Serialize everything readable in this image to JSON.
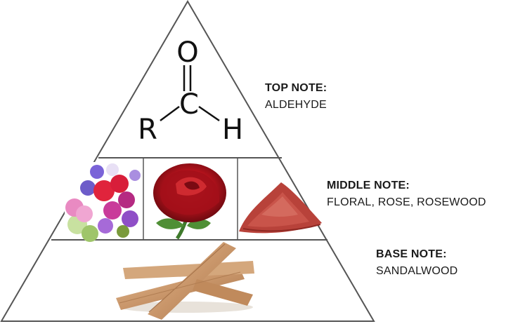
{
  "molecule": {
    "atom_top": "O",
    "atom_center": "C",
    "atom_left": "R",
    "atom_right": "H"
  },
  "notes": {
    "top": {
      "heading": "TOP NOTE:",
      "value": "ALDEHYDE"
    },
    "middle": {
      "heading": "MIDDLE NOTE:",
      "value": "FLORAL, ROSE, ROSEWOOD"
    },
    "base": {
      "heading": "BASE NOTE:",
      "value": "SANDALWOOD"
    }
  },
  "colors": {
    "outline": "#555555",
    "rose": "#b3121c",
    "rosewood": "#b8423a",
    "sandalwood": "#c9966a"
  }
}
